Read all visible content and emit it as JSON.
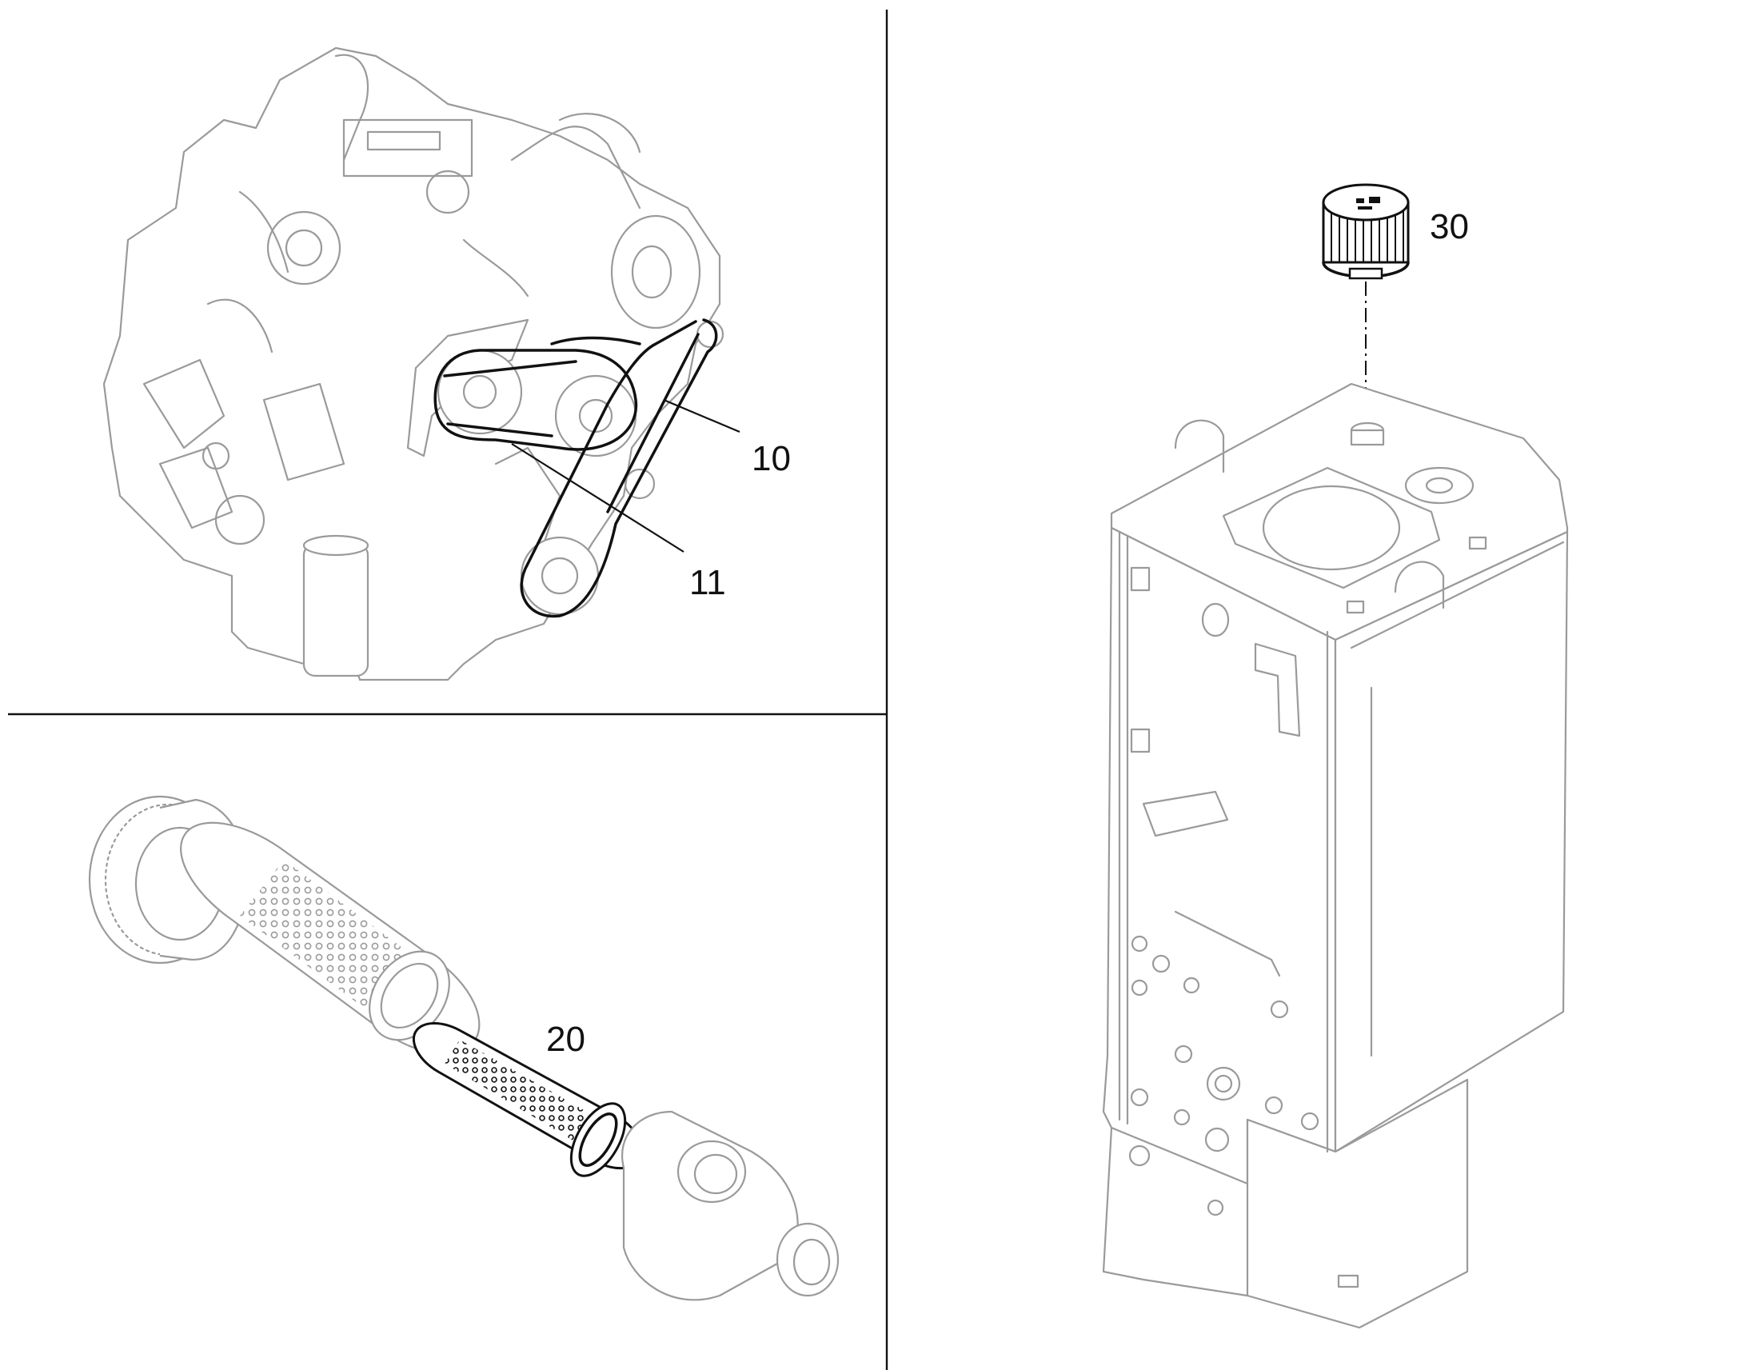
{
  "callouts": {
    "belt_primary": "10",
    "belt_secondary": "11",
    "strainer": "20",
    "filler_cap": "30"
  },
  "colors": {
    "background": "#ffffff",
    "context_line": "#9a9a9a",
    "highlight_line": "#111111",
    "frame_line": "#111111"
  },
  "icons": {
    "engine": "engine-illustration",
    "filter": "filter-assembly-illustration",
    "tank": "tank-illustration"
  }
}
